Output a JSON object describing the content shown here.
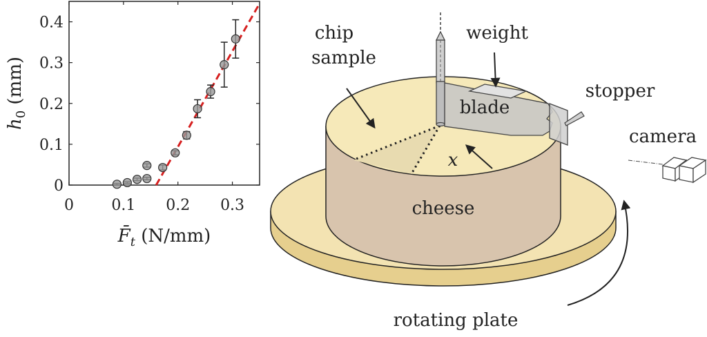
{
  "chart_data": {
    "type": "scatter",
    "xlabel": "F̄t (N/mm)",
    "ylabel": "h0 (mm)",
    "xlim": [
      0,
      0.35
    ],
    "ylim": [
      0,
      0.45
    ],
    "xticks": [
      0,
      0.1,
      0.2,
      0.3
    ],
    "yticks": [
      0,
      0.1,
      0.2,
      0.3,
      0.4
    ],
    "xtick_labels": [
      "0",
      "0.1",
      "0.2",
      "0.3"
    ],
    "ytick_labels": [
      "0",
      "0.1",
      "0.2",
      "0.3",
      "0.4"
    ],
    "grid": false,
    "points": [
      {
        "x": 0.088,
        "y": 0.002,
        "err": 0.002
      },
      {
        "x": 0.107,
        "y": 0.006,
        "err": 0.002
      },
      {
        "x": 0.125,
        "y": 0.014,
        "err": 0.003
      },
      {
        "x": 0.143,
        "y": 0.048,
        "err": 0.004
      },
      {
        "x": 0.143,
        "y": 0.016,
        "err": 0.003
      },
      {
        "x": 0.172,
        "y": 0.043,
        "err": 0.006
      },
      {
        "x": 0.195,
        "y": 0.079,
        "err": 0.005
      },
      {
        "x": 0.216,
        "y": 0.122,
        "err": 0.009
      },
      {
        "x": 0.236,
        "y": 0.187,
        "err": 0.022
      },
      {
        "x": 0.26,
        "y": 0.229,
        "err": 0.016
      },
      {
        "x": 0.285,
        "y": 0.295,
        "err": 0.055
      },
      {
        "x": 0.306,
        "y": 0.358,
        "err": 0.047
      }
    ],
    "fit_line": {
      "x": [
        0.16,
        0.35
      ],
      "y": [
        0.0,
        0.445
      ],
      "color": "#d62020",
      "style": "dashed"
    },
    "marker_color": "#999999"
  },
  "diagram": {
    "labels": {
      "chip": "chip",
      "sample": "sample",
      "weight": "weight",
      "blade": "blade",
      "stopper": "stopper",
      "camera": "camera",
      "x": "x",
      "cheese": "cheese",
      "plate": "rotating plate"
    },
    "colors": {
      "cheese_top": "#f6e9b9",
      "cheese_side": "#d8c4ad",
      "plate_top": "#f3e3b2",
      "plate_side": "#e6cf8e",
      "blade": "#bdbdbd"
    }
  }
}
